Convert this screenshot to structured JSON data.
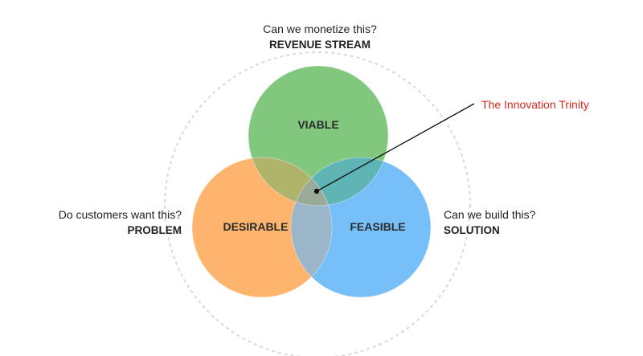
{
  "top": {
    "question": "Can we monetize this?",
    "label": "REVENUE STREAM"
  },
  "left": {
    "question": "Do customers want this?",
    "label": "PROBLEM"
  },
  "right": {
    "question": "Can we build this?",
    "label": "SOLUTION"
  },
  "circles": {
    "viable": {
      "label": "VIABLE",
      "color": "#82c77e"
    },
    "desirable": {
      "label": "DESIRABLE",
      "color": "#fdb56e"
    },
    "feasible": {
      "label": "FEASIBLE",
      "color": "#77bff8"
    }
  },
  "overlaps": {
    "viable_desirable": "#b0b46a",
    "viable_feasible": "#5fb4b6",
    "desirable_feasible": "#9ab6c8",
    "center": "#9aab9a"
  },
  "callout": {
    "label": "The Innovation Trinity",
    "color": "#d12a1f"
  },
  "ring_color": "#d9d9d9"
}
